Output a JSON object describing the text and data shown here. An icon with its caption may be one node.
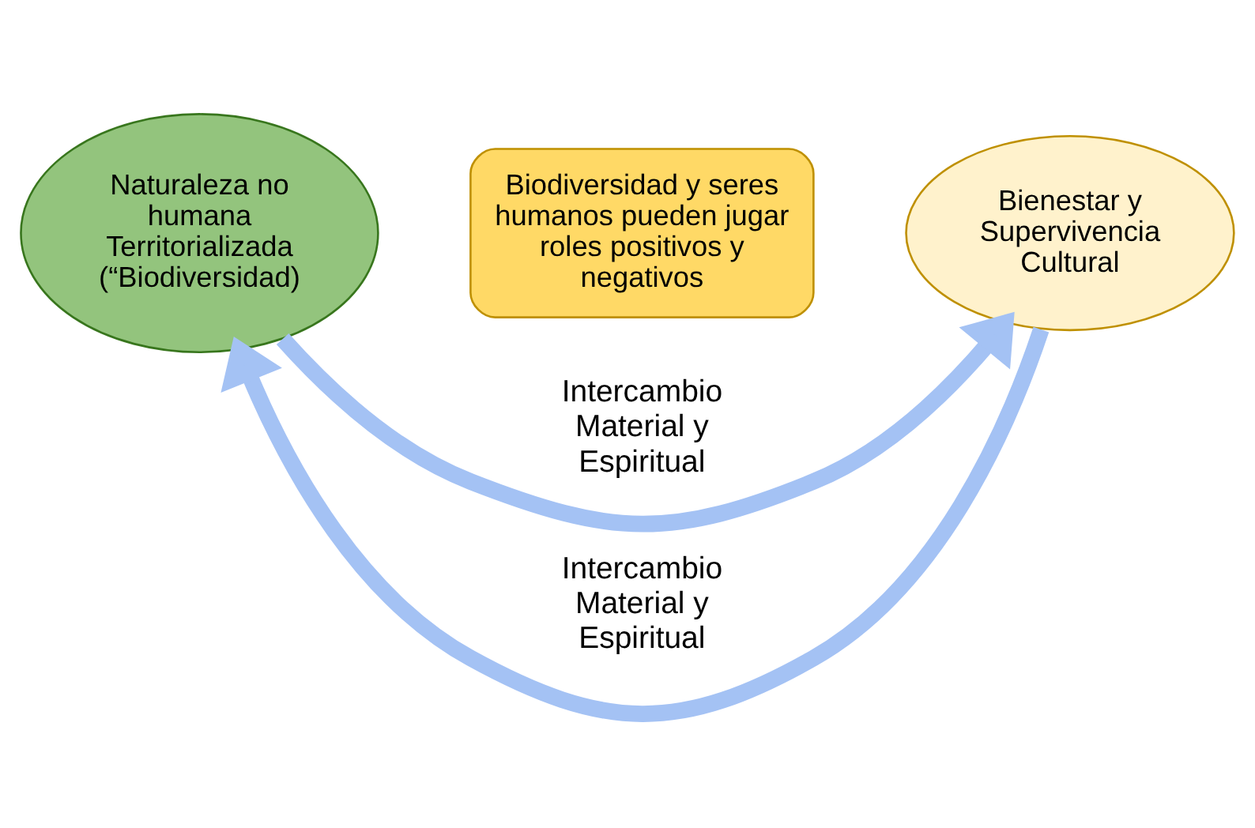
{
  "diagram": {
    "nodes": [
      {
        "text": [
          "Naturaleza no humana Territorializada (“Biodiversidad)"
        ]
      },
      {
        "text": [
          "Biodiversidad y seres humanos pueden jugar roles positivos y negativos"
        ]
      },
      {
        "text": [
          "Bienestar y Supervivencia Cultural"
        ]
      }
    ],
    "edges": [
      {
        "from": 0,
        "to": 2,
        "arrow": "to",
        "label": "Intercambio Material y Espiritual"
      },
      {
        "from": 2,
        "to": 0,
        "arrow": "to",
        "label": "Intercambio Material y Espiritual"
      }
    ]
  }
}
